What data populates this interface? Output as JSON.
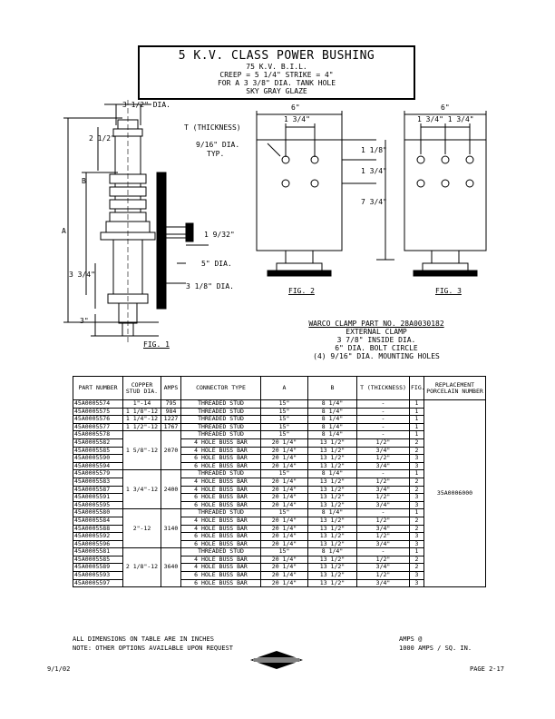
{
  "title": {
    "main": "5 K.V. CLASS POWER BUSHING",
    "lines": [
      "75 K.V. B.I.L.",
      "CREEP = 5 1/4\"  STRIKE = 4\"",
      "FOR A 3 3/8\" DIA. TANK HOLE",
      "SKY GRAY GLAZE"
    ]
  },
  "fig1": {
    "dim_top": "3 1/2\" DIA.",
    "dim_a": "A",
    "dim_b": "B",
    "dim_2half": "2 1/2\"",
    "dim_1_9_32": "1 9/32\"",
    "dim_5dia": "5\" DIA.",
    "dim_3_34": "3 3/4\"",
    "dim_1_18dia": "3 1/8\" DIA.",
    "dim_3": "3\"",
    "label": "FIG. 1"
  },
  "fig2": {
    "dim_6": "6\"",
    "dim_1_34": "1 3/4\"",
    "t_label": "T (THICKNESS)",
    "hole_label": "9/16\" DIA.",
    "hole_typ": "TYP.",
    "dim_1_18": "1 1/8\"",
    "dim_1_34b": "1 3/4\"",
    "dim_7_34": "7 3/4\"",
    "label": "FIG. 2"
  },
  "fig3": {
    "dim_6": "6\"",
    "dim_pair": "1 3/4\"  1 3/4\"",
    "label": "FIG. 3"
  },
  "clamp": {
    "line1": "WARCO CLAMP PART NO. 28A0030182",
    "line2": "EXTERNAL CLAMP",
    "line3": "3 7/8\" INSIDE DIA.",
    "line4": "6\" DIA. BOLT CIRCLE",
    "line5": "(4) 9/16\" DIA. MOUNTING HOLES"
  },
  "table": {
    "headers": [
      "PART NUMBER",
      "COPPER STUD DIA.",
      "AMPS",
      "CONNECTOR TYPE",
      "A",
      "B",
      "T (THICKNESS)",
      "FIG.",
      "REPLACEMENT PORCELAIN NUMBER"
    ],
    "porcelain": "35A0006000",
    "groups": [
      {
        "rows": [
          [
            "45A0005574",
            "1\"-14",
            "795",
            "THREADED STUD",
            "15\"",
            "8 1/4\"",
            "-",
            "1"
          ]
        ]
      },
      {
        "rows": [
          [
            "45A0005575",
            "1 1/8\"-12",
            "984",
            "THREADED STUD",
            "15\"",
            "8 1/4\"",
            "-",
            "1"
          ]
        ]
      },
      {
        "rows": [
          [
            "45A0005576",
            "1 1/4\"-12",
            "1227",
            "THREADED STUD",
            "15\"",
            "8 1/4\"",
            "-",
            "1"
          ]
        ]
      },
      {
        "rows": [
          [
            "45A0005577",
            "1 1/2\"-12",
            "1767",
            "THREADED STUD",
            "15\"",
            "8 1/4\"",
            "-",
            "1"
          ]
        ]
      },
      {
        "stud": "1 5/8\"-12",
        "amps": "2070",
        "rows": [
          [
            "45A0005578",
            "",
            "",
            "THREADED STUD",
            "15\"",
            "8 1/4\"",
            "-",
            "1"
          ],
          [
            "45A0005582",
            "",
            "",
            "4 HOLE BUSS BAR",
            "20 1/4\"",
            "13 1/2\"",
            "1/2\"",
            "2"
          ],
          [
            "45A0005585",
            "",
            "",
            "4 HOLE BUSS BAR",
            "20 1/4\"",
            "13 1/2\"",
            "3/4\"",
            "2"
          ],
          [
            "45A0005590",
            "",
            "",
            "6 HOLE BUSS BAR",
            "20 1/4\"",
            "13 1/2\"",
            "1/2\"",
            "3"
          ],
          [
            "45A0005594",
            "",
            "",
            "6 HOLE BUSS BAR",
            "20 1/4\"",
            "13 1/2\"",
            "3/4\"",
            "3"
          ]
        ]
      },
      {
        "stud": "1 3/4\"-12",
        "amps": "2400",
        "rows": [
          [
            "45A0005579",
            "",
            "",
            "THREADED STUD",
            "15\"",
            "8 1/4\"",
            "-",
            "1"
          ],
          [
            "45A0005583",
            "",
            "",
            "4 HOLE BUSS BAR",
            "20 1/4\"",
            "13 1/2\"",
            "1/2\"",
            "2"
          ],
          [
            "45A0005587",
            "",
            "",
            "4 HOLE BUSS BAR",
            "20 1/4\"",
            "13 1/2\"",
            "3/4\"",
            "2"
          ],
          [
            "45A0005591",
            "",
            "",
            "6 HOLE BUSS BAR",
            "20 1/4\"",
            "13 1/2\"",
            "1/2\"",
            "3"
          ],
          [
            "45A0005595",
            "",
            "",
            "6 HOLE BUSS BAR",
            "20 1/4\"",
            "13 1/2\"",
            "3/4\"",
            "3"
          ]
        ]
      },
      {
        "stud": "2\"-12",
        "amps": "3140",
        "rows": [
          [
            "45A0005580",
            "",
            "",
            "THREADED STUD",
            "15\"",
            "8 1/4\"",
            "-",
            "1"
          ],
          [
            "45A0005584",
            "",
            "",
            "4 HOLE BUSS BAR",
            "20 1/4\"",
            "13 1/2\"",
            "1/2\"",
            "2"
          ],
          [
            "45A0005588",
            "",
            "",
            "4 HOLE BUSS BAR",
            "20 1/4\"",
            "13 1/2\"",
            "3/4\"",
            "2"
          ],
          [
            "45A0005592",
            "",
            "",
            "6 HOLE BUSS BAR",
            "20 1/4\"",
            "13 1/2\"",
            "1/2\"",
            "3"
          ],
          [
            "45A0005596",
            "",
            "",
            "6 HOLE BUSS BAR",
            "20 1/4\"",
            "13 1/2\"",
            "3/4\"",
            "3"
          ]
        ]
      },
      {
        "stud": "2 1/8\"-12",
        "amps": "3640",
        "rows": [
          [
            "45A0005581",
            "",
            "",
            "THREADED STUD",
            "15\"",
            "8 1/4\"",
            "-",
            "1"
          ],
          [
            "45A0005585",
            "",
            "",
            "4 HOLE BUSS BAR",
            "20 1/4\"",
            "13 1/2\"",
            "1/2\"",
            "2"
          ],
          [
            "45A0005589",
            "",
            "",
            "4 HOLE BUSS BAR",
            "20 1/4\"",
            "13 1/2\"",
            "3/4\"",
            "2"
          ],
          [
            "45A0005593",
            "",
            "",
            "6 HOLE BUSS BAR",
            "20 1/4\"",
            "13 1/2\"",
            "1/2\"",
            "3"
          ],
          [
            "45A0005597",
            "",
            "",
            "6 HOLE BUSS BAR",
            "20 1/4\"",
            "13 1/2\"",
            "3/4\"",
            "3"
          ]
        ]
      }
    ]
  },
  "notes": {
    "left1": "ALL DIMENSIONS ON TABLE ARE IN INCHES",
    "left2": "NOTE: OTHER OPTIONS AVAILABLE UPON REQUEST",
    "right1": "AMPS @",
    "right2": "1000 AMPS / SQ. IN."
  },
  "footer": {
    "date": "9/1/02",
    "page": "PAGE 2-17"
  }
}
